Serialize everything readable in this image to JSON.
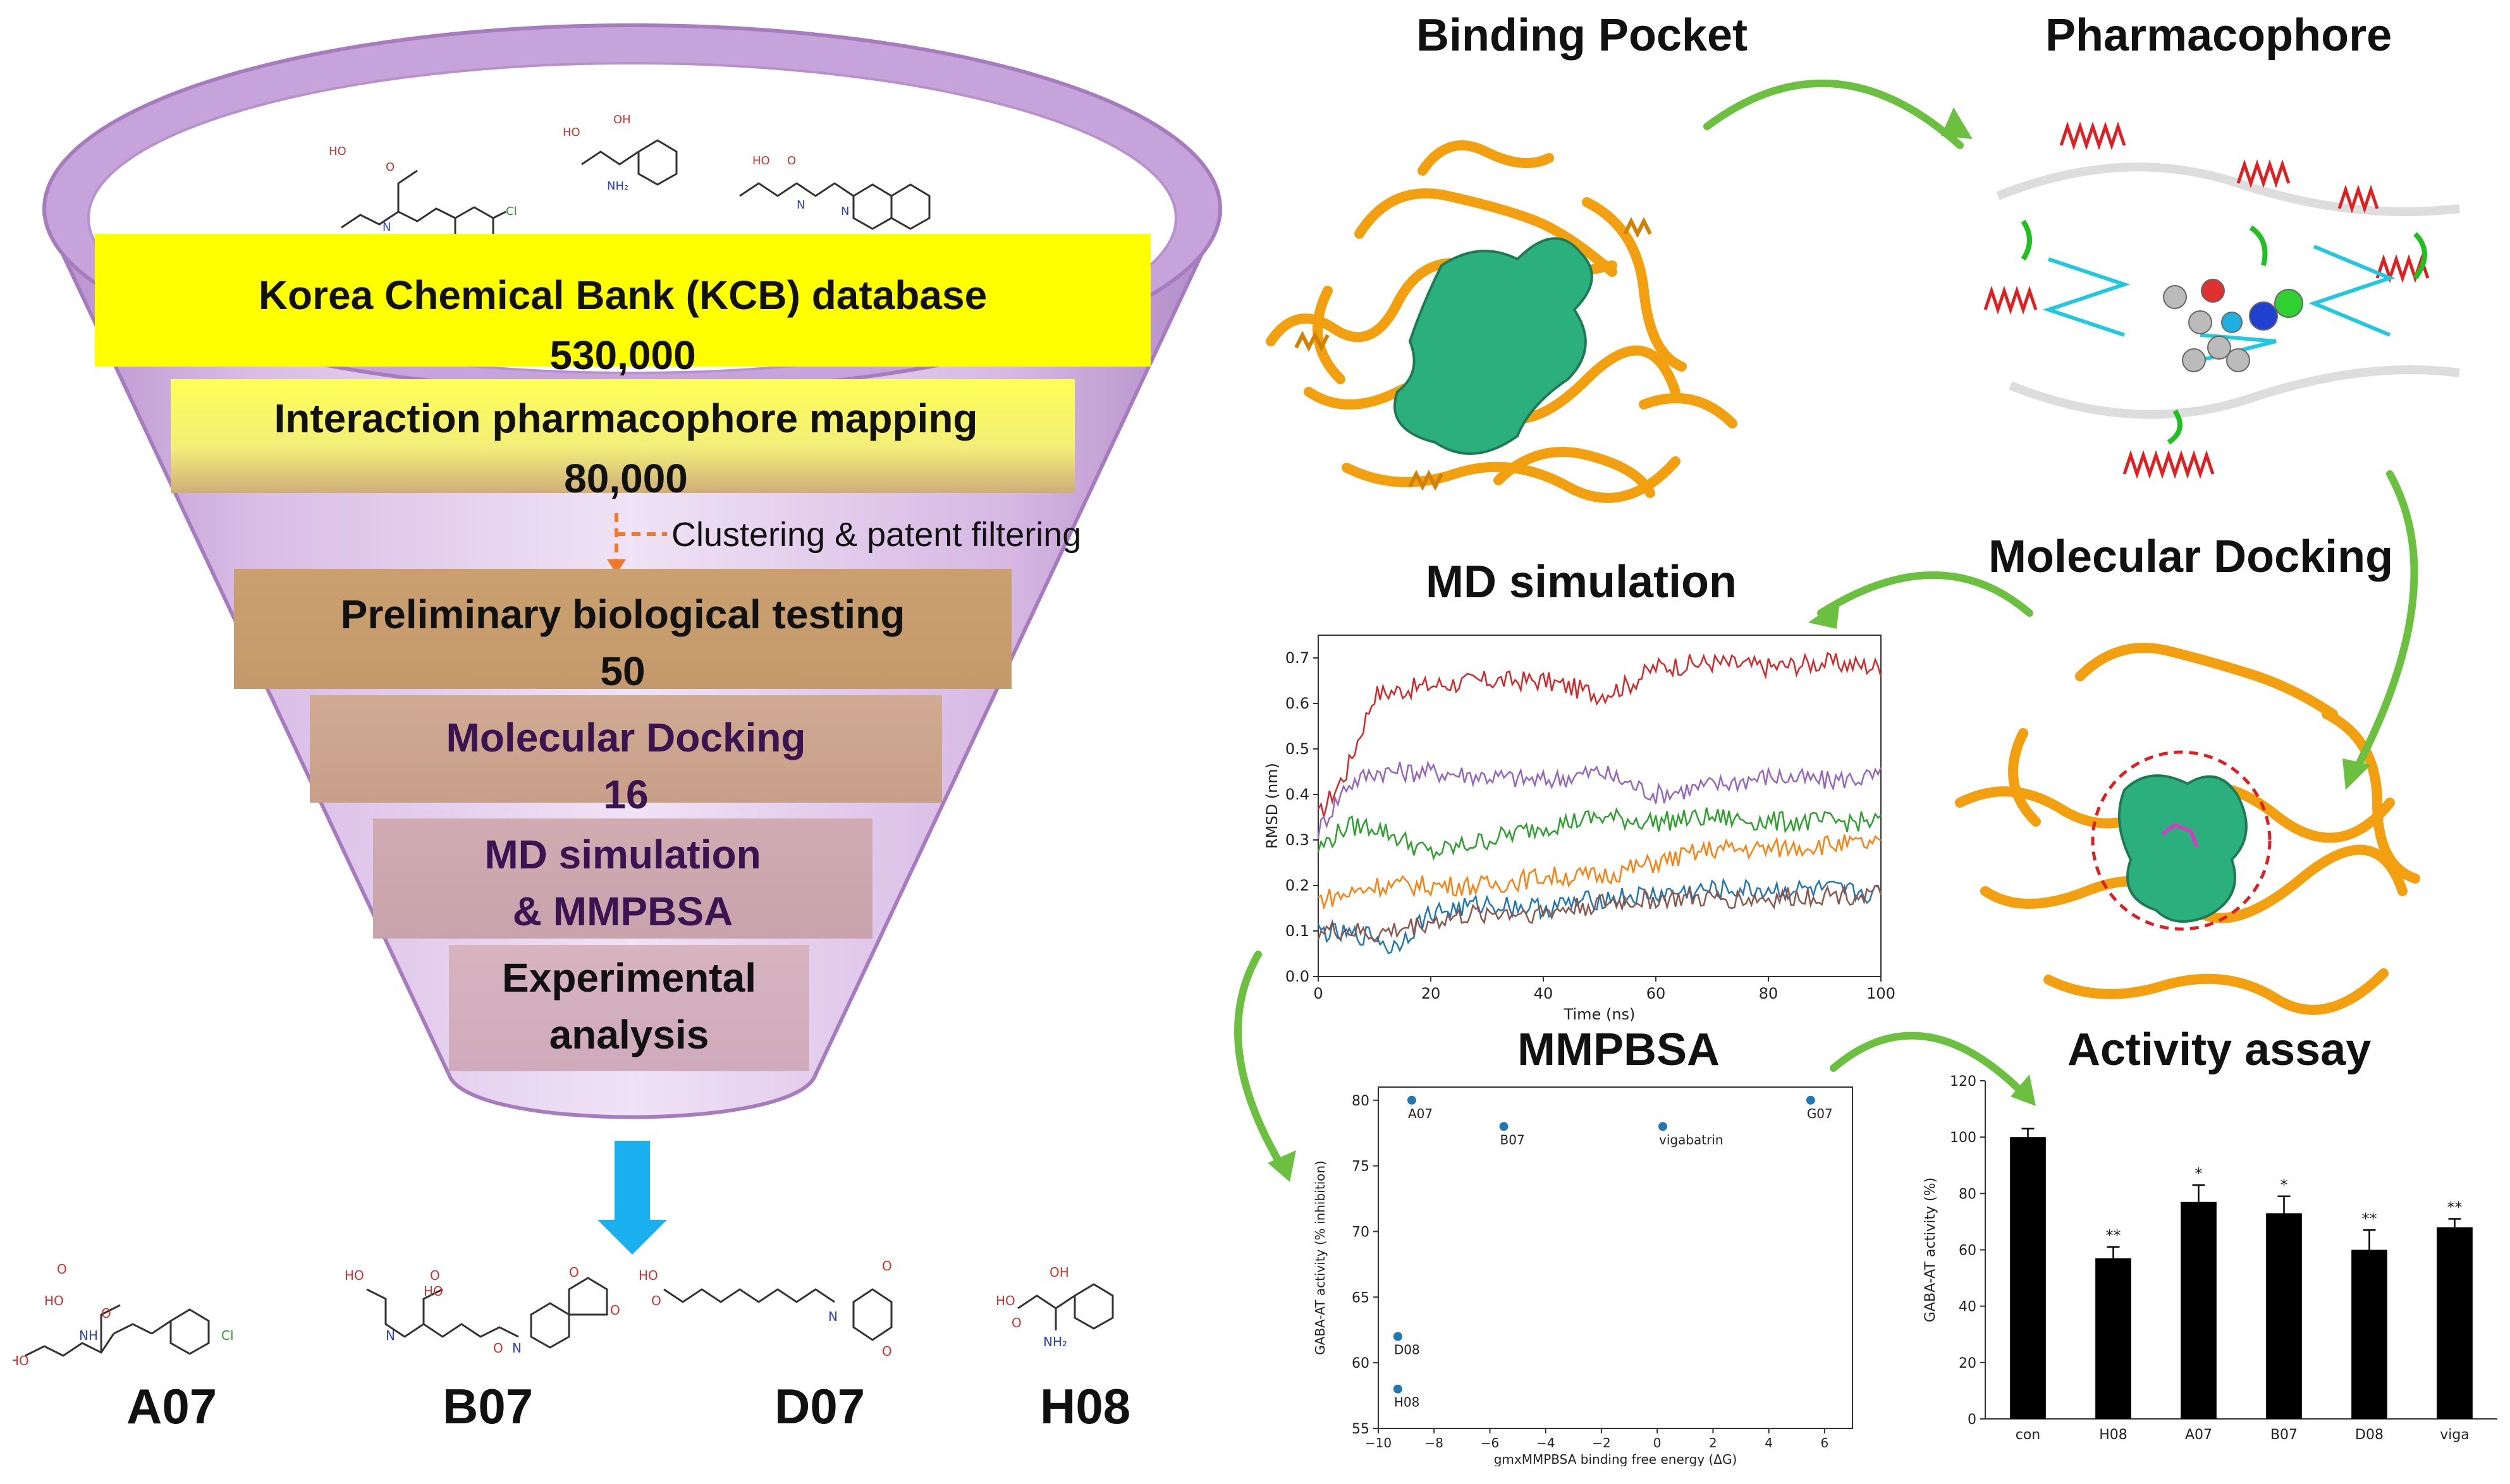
{
  "funnel": {
    "stages": [
      {
        "title": "Korea Chemical Bank (KCB) database",
        "count": "530,000"
      },
      {
        "title": "Interaction pharmacophore mapping",
        "count": "80,000"
      },
      {
        "title": "Preliminary biological testing",
        "count": "50"
      },
      {
        "title": "Molecular Docking",
        "count": "16"
      },
      {
        "title": "MD simulation",
        "count": "& MMPBSA"
      },
      {
        "title": "Experimental",
        "count": "analysis"
      }
    ],
    "filter_note": "Clustering & patent filtering",
    "colors": {
      "funnel": "#c9a6dc",
      "stage1": "#ffff00",
      "stage2": "#ffff66",
      "brown": "#c49a6c",
      "arrow": "#1ab0f0"
    }
  },
  "compounds": [
    "A07",
    "B07",
    "D07",
    "H08"
  ],
  "panels": {
    "binding_pocket": "Binding Pocket",
    "pharmacophore": "Pharmacophore",
    "md_simulation": "MD simulation",
    "molecular_docking": "Molecular Docking",
    "mmpbsa": "MMPBSA",
    "activity_assay": "Activity assay"
  },
  "chart_data": [
    {
      "type": "line",
      "xlabel": "Time (ns)",
      "ylabel": "RMSD (nm)",
      "xlim": [
        0,
        100
      ],
      "ylim": [
        0,
        0.75
      ],
      "xticks": [
        0,
        20,
        40,
        60,
        80,
        100
      ],
      "yticks": [
        0.0,
        0.1,
        0.2,
        0.3,
        0.4,
        0.5,
        0.6,
        0.7
      ],
      "series": [
        {
          "color": "#d62728",
          "x": [
            0,
            5,
            10,
            20,
            30,
            40,
            50,
            55,
            60,
            70,
            80,
            90,
            100
          ],
          "y": [
            0.35,
            0.45,
            0.62,
            0.64,
            0.65,
            0.65,
            0.62,
            0.64,
            0.68,
            0.69,
            0.68,
            0.69,
            0.68
          ]
        },
        {
          "color": "#9467bd",
          "x": [
            0,
            5,
            10,
            20,
            30,
            40,
            50,
            60,
            70,
            80,
            90,
            100
          ],
          "y": [
            0.32,
            0.42,
            0.45,
            0.45,
            0.44,
            0.43,
            0.45,
            0.4,
            0.42,
            0.44,
            0.43,
            0.44
          ]
        },
        {
          "color": "#2ca02c",
          "x": [
            0,
            5,
            10,
            20,
            30,
            40,
            50,
            60,
            70,
            80,
            90,
            100
          ],
          "y": [
            0.28,
            0.33,
            0.33,
            0.27,
            0.3,
            0.33,
            0.35,
            0.34,
            0.35,
            0.34,
            0.34,
            0.34
          ]
        },
        {
          "color": "#ff7f0e",
          "x": [
            0,
            5,
            10,
            20,
            30,
            40,
            50,
            60,
            70,
            80,
            90,
            100
          ],
          "y": [
            0.17,
            0.18,
            0.2,
            0.2,
            0.2,
            0.22,
            0.22,
            0.25,
            0.28,
            0.28,
            0.29,
            0.29
          ]
        },
        {
          "color": "#1f77b4",
          "x": [
            0,
            5,
            10,
            13,
            20,
            30,
            40,
            50,
            60,
            70,
            80,
            90,
            100
          ],
          "y": [
            0.1,
            0.09,
            0.09,
            0.06,
            0.14,
            0.16,
            0.15,
            0.17,
            0.18,
            0.19,
            0.19,
            0.19,
            0.18
          ]
        },
        {
          "color": "#8c564b",
          "x": [
            0,
            5,
            10,
            20,
            30,
            40,
            50,
            60,
            70,
            80,
            90,
            100
          ],
          "y": [
            0.1,
            0.1,
            0.09,
            0.12,
            0.14,
            0.14,
            0.16,
            0.17,
            0.17,
            0.17,
            0.18,
            0.18
          ]
        }
      ]
    },
    {
      "type": "scatter",
      "xlabel": "gmxMMPBSA binding free energy (ΔG)",
      "ylabel": "GABA-AT activity (% inhibition)",
      "xlim": [
        -10,
        7
      ],
      "ylim": [
        55,
        81
      ],
      "xticks": [
        -10,
        -8,
        -6,
        -4,
        -2,
        0,
        2,
        4,
        6
      ],
      "yticks": [
        55,
        60,
        65,
        70,
        75,
        80
      ],
      "points": [
        {
          "label": "A07",
          "x": -8.8,
          "y": 80
        },
        {
          "label": "B07",
          "x": -5.5,
          "y": 78
        },
        {
          "label": "vigabatrin",
          "x": 0.2,
          "y": 78
        },
        {
          "label": "G07",
          "x": 5.5,
          "y": 80
        },
        {
          "label": "D08",
          "x": -9.3,
          "y": 62
        },
        {
          "label": "H08",
          "x": -9.3,
          "y": 58
        }
      ]
    },
    {
      "type": "bar",
      "xlabel": "",
      "ylabel": "GABA-AT activity (%)",
      "ylim": [
        0,
        120
      ],
      "yticks": [
        0,
        20,
        40,
        60,
        80,
        100,
        120
      ],
      "categories": [
        "con",
        "H08",
        "A07",
        "B07",
        "D08",
        "viga"
      ],
      "values": [
        100,
        57,
        77,
        73,
        60,
        68
      ],
      "errors": [
        3,
        4,
        6,
        6,
        7,
        3
      ],
      "significance": [
        "",
        "**",
        "*",
        "*",
        "**",
        "**"
      ]
    }
  ]
}
